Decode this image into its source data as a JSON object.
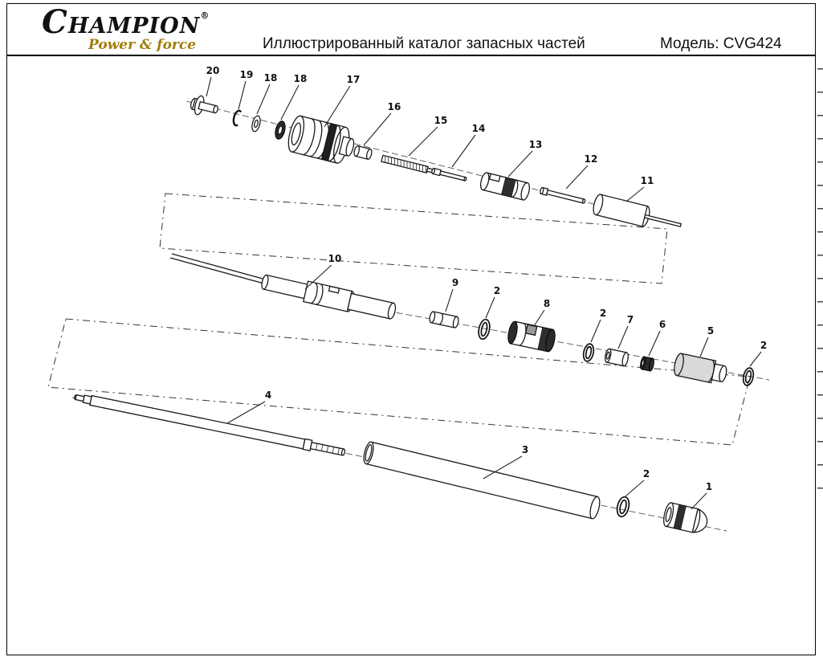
{
  "page": {
    "brand": {
      "initial": "C",
      "rest": "HAMPION",
      "registered": "®",
      "tagline": "Power & force"
    },
    "header": {
      "title": "Иллюстрированный каталог запасных частей",
      "model": "Модель: CVG424"
    },
    "colors": {
      "tagline_gold": "#a07d0a",
      "ink": "#111111",
      "paper": "#ffffff"
    }
  },
  "diagram": {
    "description": "Exploded view of shaft and tube assembly",
    "labels": [
      {
        "text": "20"
      },
      {
        "text": "19"
      },
      {
        "text": "18"
      },
      {
        "text": "18"
      },
      {
        "text": "17"
      },
      {
        "text": "16"
      },
      {
        "text": "15"
      },
      {
        "text": "14"
      },
      {
        "text": "13"
      },
      {
        "text": "12"
      },
      {
        "text": "11"
      },
      {
        "text": "10"
      },
      {
        "text": "9"
      },
      {
        "text": "2"
      },
      {
        "text": "8"
      },
      {
        "text": "2"
      },
      {
        "text": "7"
      },
      {
        "text": "6"
      },
      {
        "text": "5"
      },
      {
        "text": "2"
      },
      {
        "text": "4"
      },
      {
        "text": "3"
      },
      {
        "text": "2"
      },
      {
        "text": "1"
      }
    ]
  }
}
